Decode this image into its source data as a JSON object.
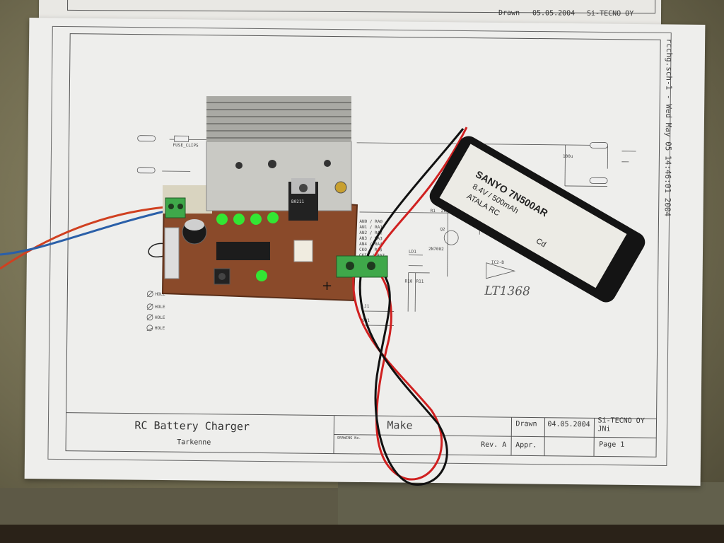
{
  "title_block": {
    "title": "RC Battery Charger",
    "subtitle": "Tarkenne",
    "make": "Make",
    "drawn_label": "Drawn",
    "drawn_date": "04.05.2004",
    "company": "Si-TECNO OY",
    "initials": "JNi",
    "revision": "Rev. A",
    "approved_label": "Appr.",
    "page": "Page 1",
    "drawing_no_label": "DRAWING No."
  },
  "back_sheet": {
    "drawn_label": "Drawn",
    "drawn_date": "05.05.2004",
    "company": "Si-TECNO OY"
  },
  "side_text": "rcchg.sch-1 - Wed May 05 14:46:01 2004",
  "handwriting": "LT1368",
  "schematic_labels": {
    "fuse": "FUSE_CLIPS",
    "holes": [
      "HOLE",
      "HOLE",
      "HOLE",
      "HOLE"
    ],
    "mosfet": "2N7002",
    "q2": "Q2",
    "sw1": "SW1",
    "j1": "J1",
    "r1": "R1",
    "r1_val": "2k2",
    "ld1": "LD1",
    "r10": "R10",
    "r11": "R11",
    "ic": "IC2-B",
    "pins": [
      "AN0 / RA0",
      "AN1 / RA1",
      "AN2 / RA2",
      "AN3 / RA3",
      "AN4 / RA4",
      "CKO / RA6",
      "CKIN / RA7"
    ]
  },
  "battery": {
    "brand": "SANYO 7N500AR",
    "spec": "8.4V / 500mAh",
    "vendor": "ATALA RC",
    "chem": "Cd"
  },
  "component_text": {
    "regulator": "B0211",
    "cap": "100u"
  },
  "colors": {
    "pcb": "#8a4a2a",
    "wire_red": "#d02020",
    "wire_black": "#111111",
    "wire_blue": "#2a5fa8",
    "led_green": "#33e633",
    "terminal_green": "#3fa84a"
  }
}
